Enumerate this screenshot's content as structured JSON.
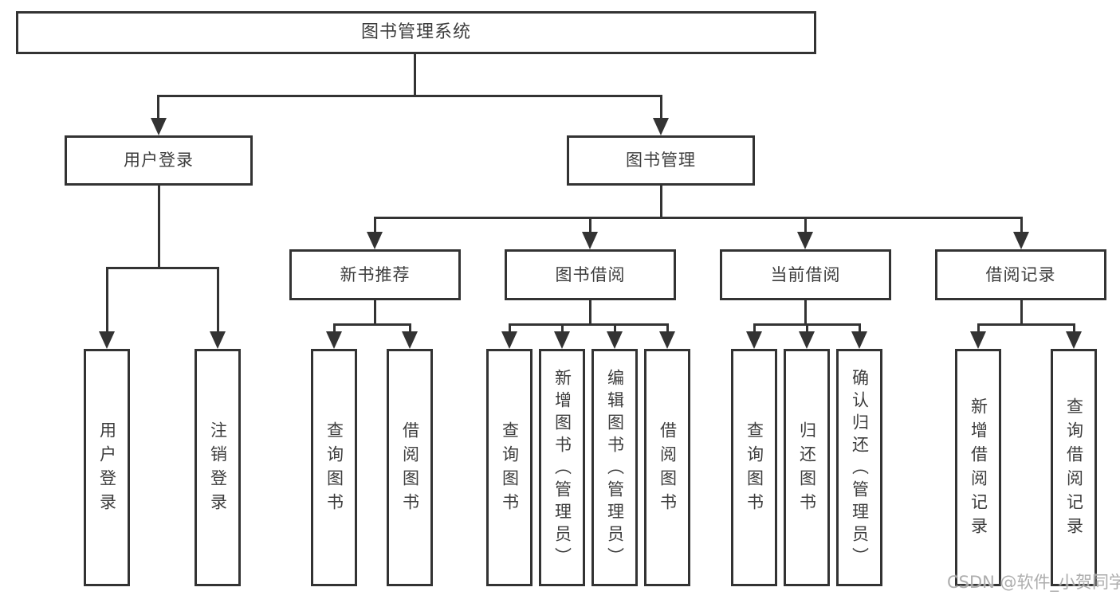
{
  "title": "图书管理系统",
  "colors": {
    "line": "#333333",
    "box_border": "#333333",
    "text": "#3d3d3d",
    "background": "#ffffff",
    "watermark": "#a4a4a4"
  },
  "nodes": {
    "root": {
      "label": "图书管理系统"
    },
    "login": {
      "label": "用户登录",
      "children": [
        {
          "label": "用户登录"
        },
        {
          "label": "注销登录"
        }
      ]
    },
    "mgmt": {
      "label": "图书管理"
    },
    "sections": [
      {
        "label": "新书推荐",
        "children": [
          {
            "label": "查询图书"
          },
          {
            "label": "借阅图书"
          }
        ]
      },
      {
        "label": "图书借阅",
        "children": [
          {
            "label": "查询图书"
          },
          {
            "label": "新增图书（管理员）"
          },
          {
            "label": "编辑图书（管理员）"
          },
          {
            "label": "借阅图书"
          }
        ]
      },
      {
        "label": "当前借阅",
        "children": [
          {
            "label": "查询图书"
          },
          {
            "label": "归还图书"
          },
          {
            "label": "确认归还（管理员）"
          }
        ]
      },
      {
        "label": "借阅记录",
        "children": [
          {
            "label": "新增借阅记录"
          },
          {
            "label": "查询借阅记录"
          }
        ]
      }
    ]
  },
  "watermark": {
    "text": "CSDN @软件_小贺同学"
  }
}
